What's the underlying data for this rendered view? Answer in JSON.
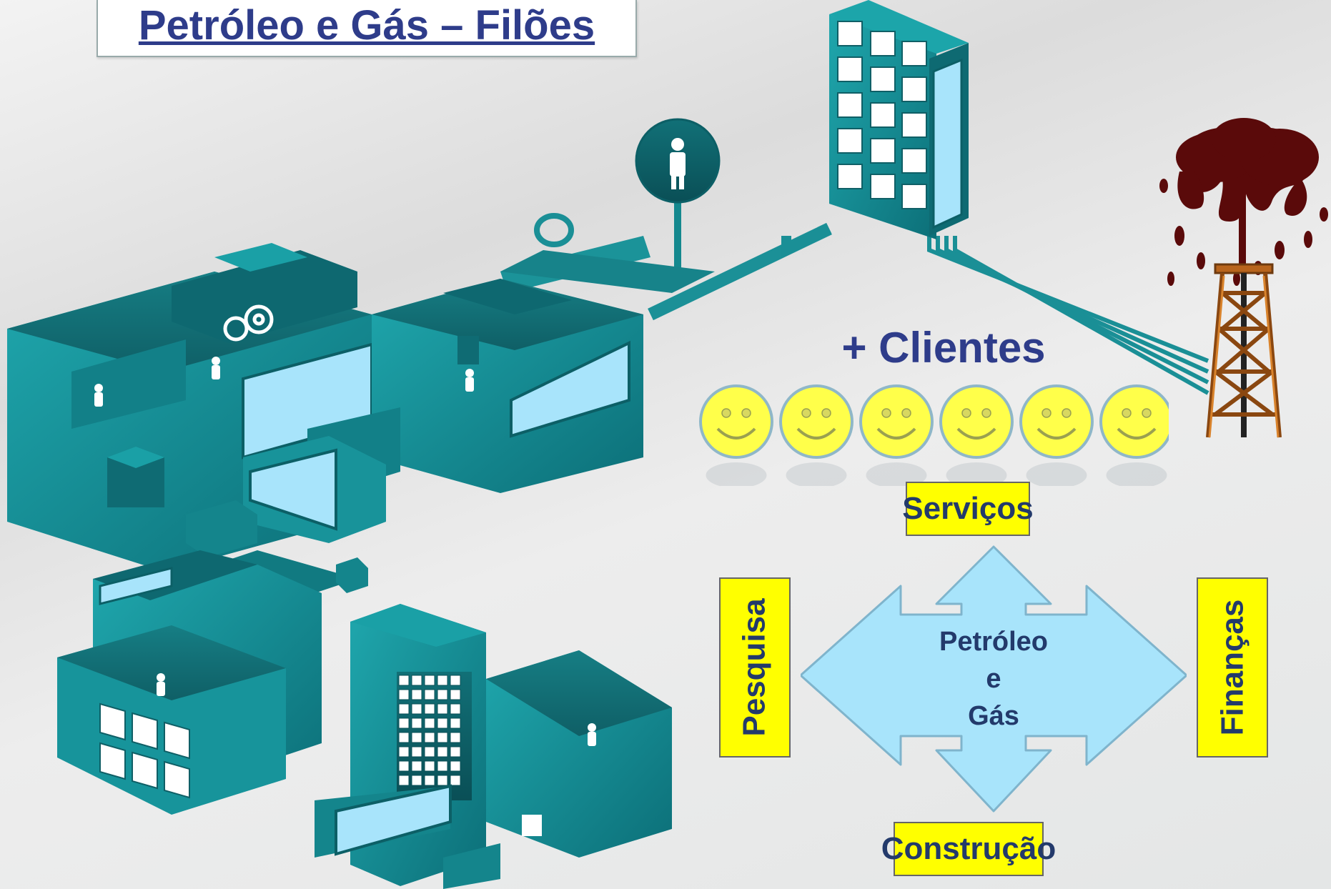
{
  "title": "Petróleo e Gás – Filões",
  "clientes_label": "+ Clientes",
  "smiley_count": 6,
  "hub": {
    "line1": "Petróleo",
    "line2": "e",
    "line3": "Gás"
  },
  "labels": {
    "top": "Serviços",
    "bottom": "Construção",
    "left": "Pesquisa",
    "right": "Finanças"
  },
  "colors": {
    "title_text": "#2e3c8a",
    "label_fill": "#ffff00",
    "label_text": "#233a6b",
    "arrow_fill": "#a8e4fb",
    "arrow_stroke": "#7fb4cc",
    "smiley_fill": "#ffff4a",
    "building_teal": "#1d9aa0",
    "oil_dark_red": "#5a0a0a",
    "derrick_orange": "#b8641c"
  },
  "icons": [
    "gear-icon",
    "person-icon",
    "smiley-icon",
    "oil-derrick-icon",
    "oil-gusher-icon"
  ]
}
